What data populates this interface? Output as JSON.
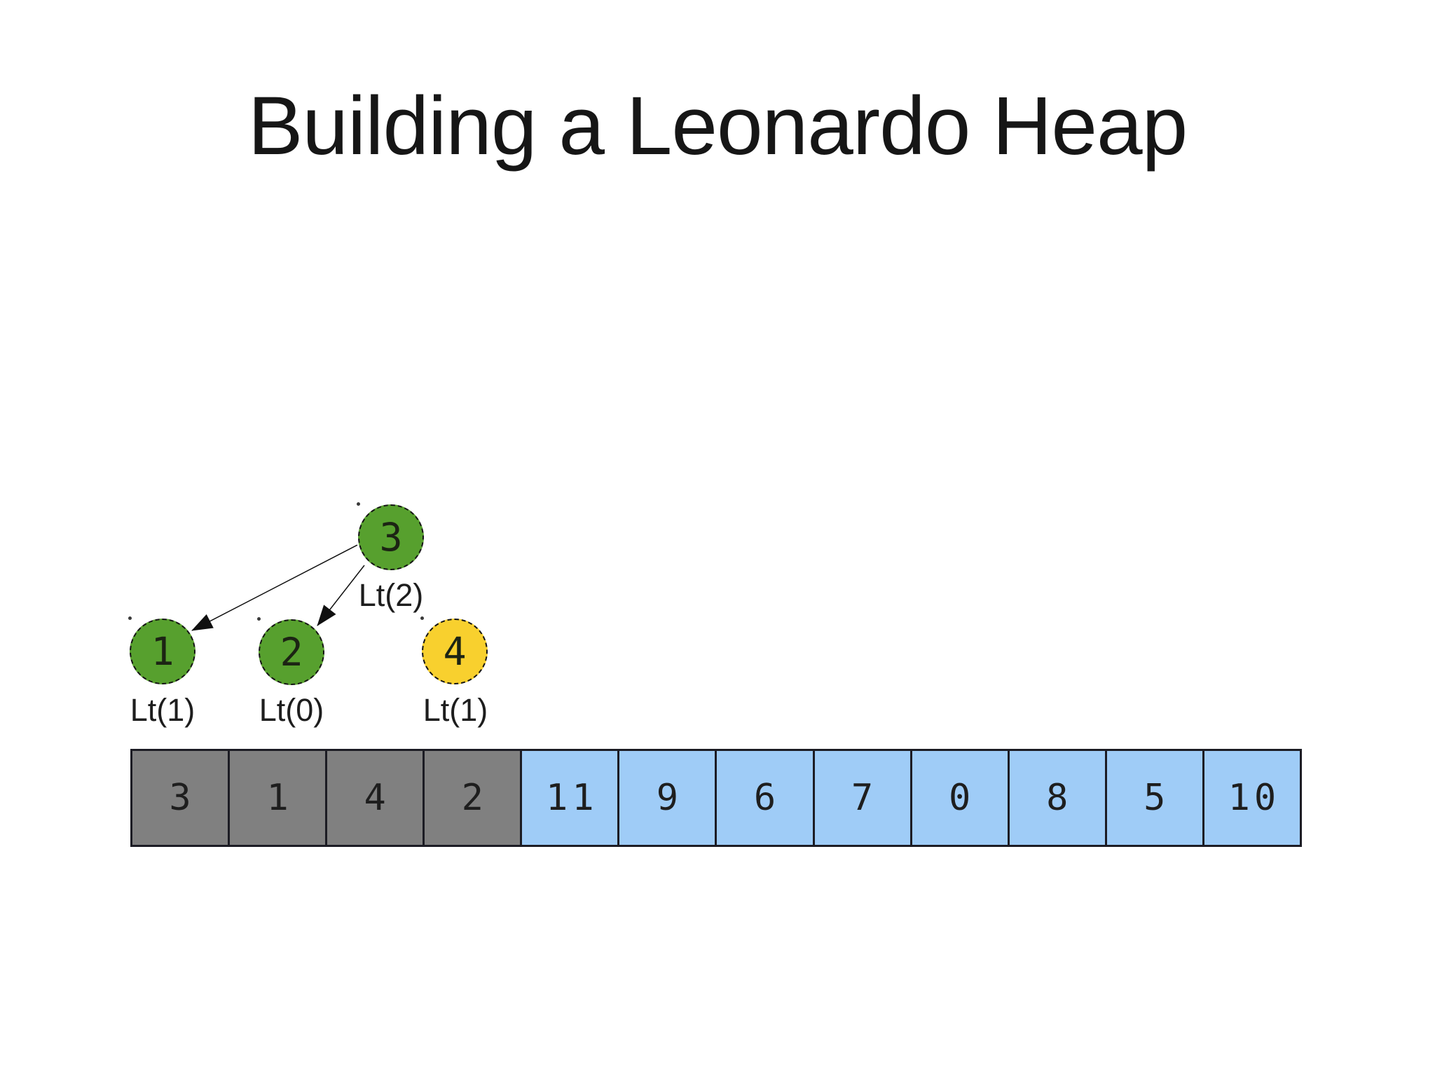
{
  "title": "Building a Leonardo Heap",
  "colors": {
    "heapified_node_green": "#57a02e",
    "new_node_yellow": "#f8d02e",
    "heapified_cell_gray": "#808080",
    "unprocessed_cell_blue": "#9fccf7",
    "line_and_border_dark": "#1c1c24",
    "text_dark": "#1d1d1d"
  },
  "tree": {
    "nodes": [
      {
        "value": "3",
        "order_label": "Lt(2)",
        "color": "green"
      },
      {
        "value": "1",
        "order_label": "Lt(1)",
        "color": "green"
      },
      {
        "value": "2",
        "order_label": "Lt(0)",
        "color": "green"
      },
      {
        "value": "4",
        "order_label": "Lt(1)",
        "color": "yellow"
      }
    ],
    "edges": [
      {
        "from": "3",
        "to": "1"
      },
      {
        "from": "3",
        "to": "2"
      }
    ]
  },
  "array": {
    "cells": [
      {
        "value": "3",
        "state": "gray"
      },
      {
        "value": "1",
        "state": "gray"
      },
      {
        "value": "4",
        "state": "gray"
      },
      {
        "value": "2",
        "state": "gray"
      },
      {
        "value": "11",
        "state": "blue"
      },
      {
        "value": "9",
        "state": "blue"
      },
      {
        "value": "6",
        "state": "blue"
      },
      {
        "value": "7",
        "state": "blue"
      },
      {
        "value": "0",
        "state": "blue"
      },
      {
        "value": "8",
        "state": "blue"
      },
      {
        "value": "5",
        "state": "blue"
      },
      {
        "value": "10",
        "state": "blue"
      }
    ]
  }
}
